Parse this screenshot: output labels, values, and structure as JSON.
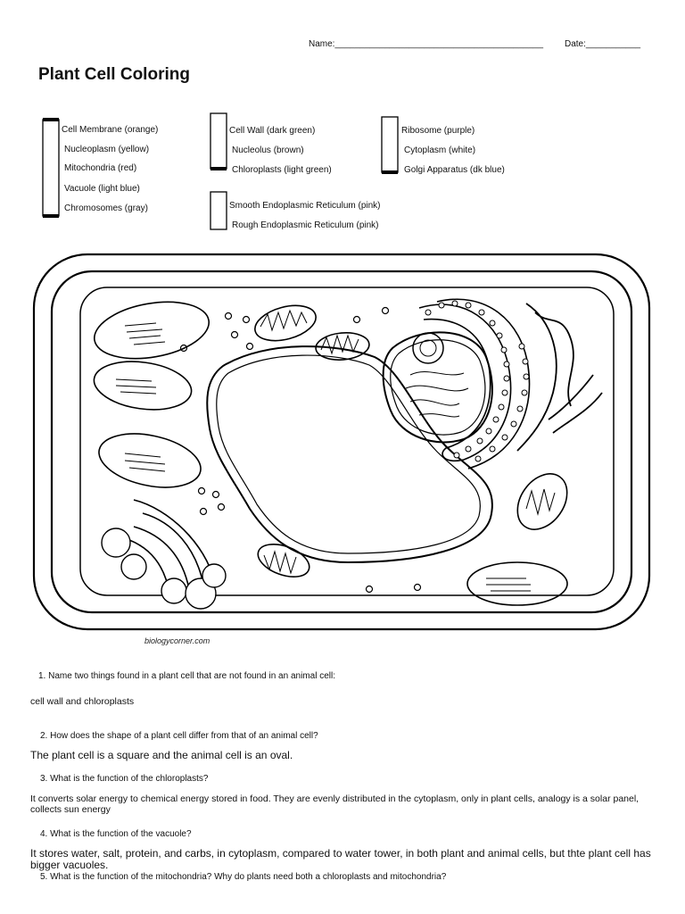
{
  "header": {
    "name_label": "Name:",
    "name_blank": "__________________________________________",
    "date_label": "Date:",
    "date_blank": "___________"
  },
  "title": "Plant Cell Coloring",
  "legend": {
    "group1": [
      "Cell Membrane (orange)",
      "Nucleoplasm (yellow)",
      "Mitochondria (red)",
      "Vacuole (light blue)",
      "Chromosomes (gray)"
    ],
    "group2": [
      "Cell Wall (dark green)",
      "Nucleolus (brown)",
      "Chloroplasts (light green)"
    ],
    "group3": [
      "Ribosome (purple)",
      "Cytoplasm (white)",
      "Golgi Apparatus (dk blue)"
    ],
    "group4": [
      "Smooth Endoplasmic Reticulum (pink)",
      "Rough Endoplasmic Reticulum (pink)"
    ]
  },
  "credit": "biologycorner.com",
  "questions": [
    {
      "q": "1.     Name two things found in a plant cell that are not found in an animal cell:",
      "a": "cell wall and chloroplasts"
    },
    {
      "q": "2. How does the shape of a plant cell differ from that of an animal cell?",
      "a": "The plant cell is a square and the animal cell is an oval."
    },
    {
      "q": "3. What is the function of the chloroplasts?",
      "a": "It converts solar energy to chemical energy stored in food. They are evenly distributed in the cytoplasm, only in plant cells, analogy is a solar panel, collects sun energy"
    },
    {
      "q": "4. What is the function of the vacuole?",
      "a": "It stores water, salt, protein, and carbs, in cytoplasm, compared to water tower, in both plant and animal cells, but thte plant cell has bigger vacuoles."
    },
    {
      "q": "5. What is the function of the mitochondria? Why do plants need both a chloroplasts and mitochondria?",
      "a": ""
    }
  ]
}
